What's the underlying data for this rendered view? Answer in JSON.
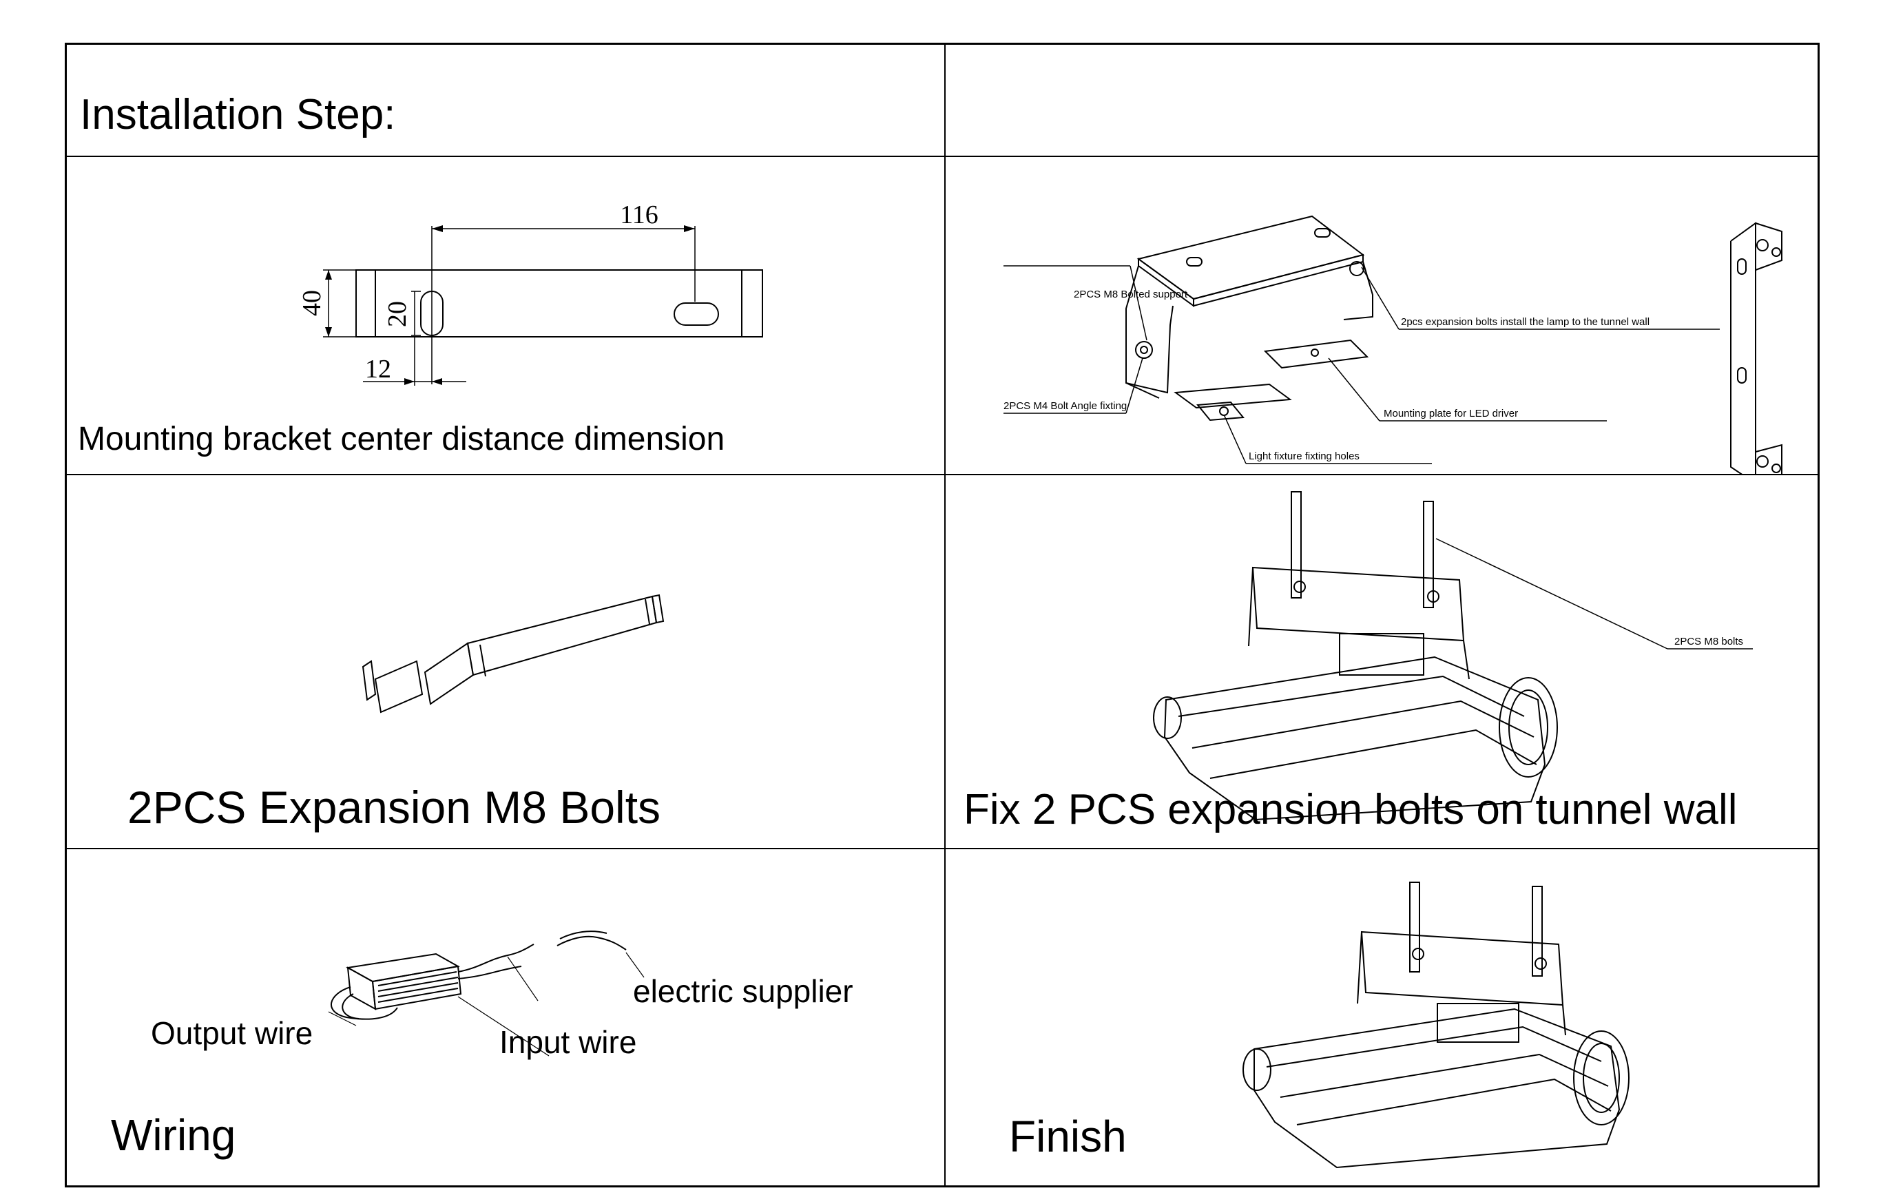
{
  "header": {
    "title": "Installation Step:"
  },
  "cells": {
    "bracket_dimension": {
      "caption": "Mounting bracket center distance dimension",
      "dims": {
        "length": "116",
        "height": "40",
        "slot": "20",
        "offset": "12"
      }
    },
    "bracket_parts": {
      "labels": {
        "bolted_support": "2PCS  M8 Bolted support",
        "angle_fixing": "2PCS M4 Bolt Angle fixting",
        "expansion_bolts": "2pcs expansion bolts install the lamp to the tunnel wall",
        "driver_plate": "Mounting plate for LED  driver",
        "fixture_holes": "Light fixture fixting holes"
      }
    },
    "bolts": {
      "caption": "2PCS Expansion M8 Bolts"
    },
    "fix_bolts": {
      "callout": "2PCS M8 bolts",
      "caption": "Fix 2  PCS expansion bolts on tunnel wall"
    },
    "wiring": {
      "labels": {
        "electric_supplier": "electric supplier",
        "output_wire": "Output wire",
        "input_wire": "Input wire"
      },
      "caption": "Wiring"
    },
    "finish": {
      "caption": "Finish"
    }
  }
}
